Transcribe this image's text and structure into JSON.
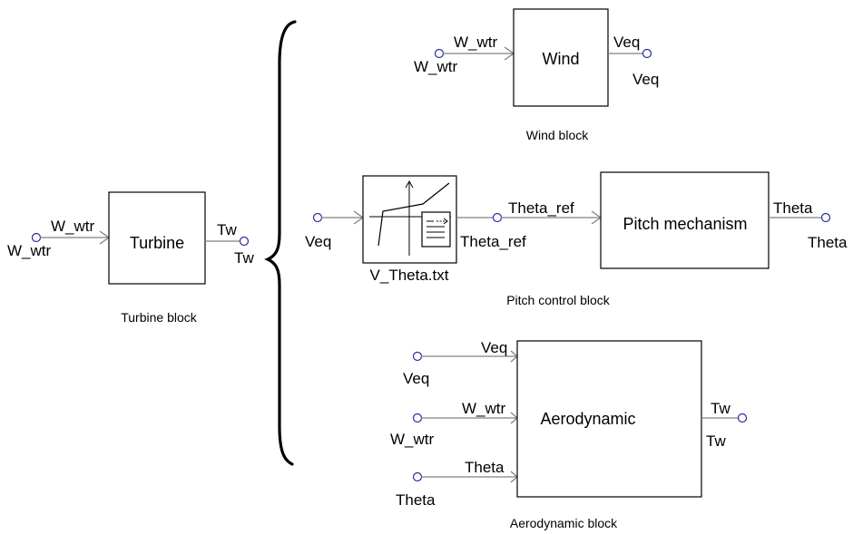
{
  "turbine": {
    "block_label": "Turbine",
    "input_label": "W_wtr",
    "input_port_label": "W_wtr",
    "output_label": "Tw",
    "output_port_label": "Tw",
    "caption": "Turbine block"
  },
  "wind": {
    "block_label": "Wind",
    "input_label": "W_wtr",
    "input_port_label": "W_wtr",
    "output_label": "Veq",
    "output_port_label": "Veq",
    "caption": "Wind block"
  },
  "pitch": {
    "lookup_file_label": "V_Theta.txt",
    "input_port_label": "Veq",
    "lookup_output_label": "Theta_ref",
    "mech_input_label": "Theta_ref",
    "mech_block_label": "Pitch mechanism",
    "output_label": "Theta",
    "output_port_label": "Theta",
    "caption": "Pitch control block"
  },
  "aero": {
    "block_label": "Aerodynamic",
    "inputs": [
      {
        "wire_label": "Veq",
        "port_label": "Veq"
      },
      {
        "wire_label": "W_wtr",
        "port_label": "W_wtr"
      },
      {
        "wire_label": "Theta",
        "port_label": "Theta"
      }
    ],
    "output_label": "Tw",
    "output_port_label": "Tw",
    "caption": "Aerodynamic block"
  }
}
